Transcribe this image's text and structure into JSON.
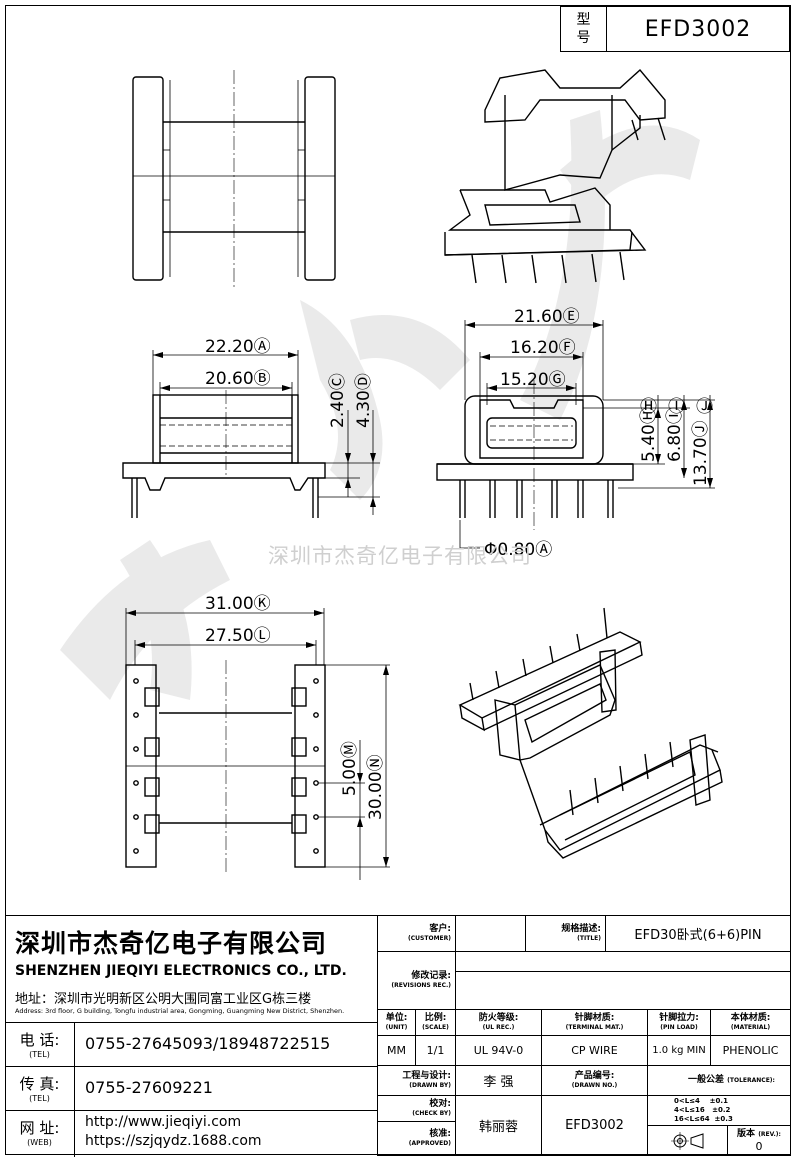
{
  "title_box": {
    "model_label_1": "型",
    "model_label_2": "号",
    "model": "EFD3002"
  },
  "watermark_text": "深圳市杰奇亿电子有限公司",
  "dimensions": {
    "A": "22.20Ⓐ",
    "B": "20.60Ⓑ",
    "C": "2.40Ⓒ",
    "D": "4.30Ⓓ",
    "E": "21.60Ⓔ",
    "F": "16.20Ⓕ",
    "G": "15.20Ⓖ",
    "H": "5.40Ⓗ",
    "I": "6.80Ⓘ",
    "J": "13.70Ⓙ",
    "pin": "Φ0.80Ⓐ",
    "K": "31.00Ⓚ",
    "L": "27.50Ⓛ",
    "M": "5.00Ⓜ",
    "N": "30.00Ⓝ",
    "h_circle": "Ⓗ",
    "i_circle": "Ⓘ",
    "j_circle": "Ⓙ"
  },
  "company": {
    "name_cn": "深圳市杰奇亿电子有限公司",
    "name_en": "SHENZHEN JIEQIYI ELECTRONICS CO., LTD.",
    "address_cn": "地址：深圳市光明新区公明大围同富工业区G栋三楼",
    "address_en": "Address: 3rd floor, G building, Tongfu industrial area, Gongming, Guangming New District, Shenzhen.",
    "tel_label": "电 话:",
    "tel_label_en": "(TEL)",
    "tel": "0755-27645093/18948722515",
    "fax_label": "传 真:",
    "fax_label_en": "(TEL)",
    "fax": "0755-27609221",
    "web_label": "网 址:",
    "web_label_en": "(WEB)",
    "web1": "http://www.jieqiyi.com",
    "web2": "https://szjqydz.1688.com"
  },
  "spec": {
    "customer_label": "客户:",
    "customer_label_en": "(CUSTOMER)",
    "customer": "",
    "title_label": "规格描述:",
    "title_label_en": "(TITLE)",
    "title": "EFD30卧式(6+6)PIN",
    "rev_label": "修改记录:",
    "rev_label_en": "(REVISIONS REC.)",
    "unit_label": "单位:",
    "unit_label_en": "(UNIT)",
    "unit": "MM",
    "scale_label": "比例:",
    "scale_label_en": "(SCALE)",
    "scale": "1/1",
    "ul_label": "防火等级:",
    "ul_label_en": "(UL REC.)",
    "ul": "UL 94V-0",
    "term_label": "针脚材质:",
    "term_label_en": "(TERMINAL MAT.)",
    "term": "CP WIRE",
    "pinload_label": "针脚拉力:",
    "pinload_label_en": "(PIN LOAD)",
    "pinload": "1.0 kg MIN",
    "material_label": "本体材质:",
    "material_label_en": "(MATERIAL)",
    "material": "PHENOLIC",
    "drawn_label": "工程与设计:",
    "drawn_label_en": "(DRAWN BY)",
    "drawn": "李 强",
    "check_label": "校对:",
    "check_label_en": "(CHECK BY)",
    "approved_label": "核准:",
    "approved_label_en": "(APPROVED)",
    "approved": "韩丽蓉",
    "drawno_label": "产品编号:",
    "drawno_label_en": "(DRAWN NO.)",
    "drawno": "EFD3002",
    "tol_label": "一般公差",
    "tol_label_en": "(TOLERANCE):",
    "tol1": "0<L≤4    ±0.1",
    "tol2": "4<L≤16   ±0.2",
    "tol3": "16<L≤64  ±0.3",
    "version_label": "版本",
    "version_label_en": "(REV.):",
    "version": "0"
  }
}
